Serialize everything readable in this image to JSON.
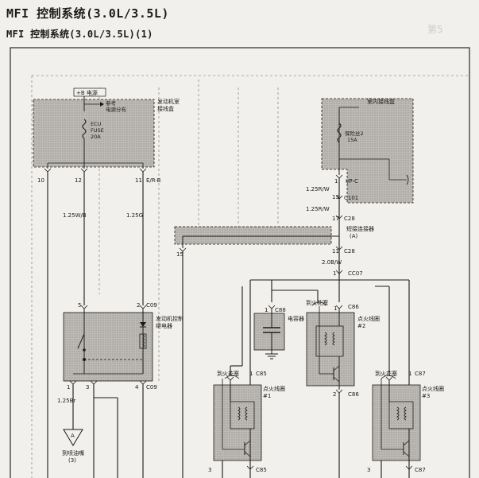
{
  "title": "MFI 控制系统(3.0L/3.5L)",
  "subtitle": "MFI 控制系统(3.0L/3.5L)(1)",
  "ghost_text": "第5",
  "engine_box": {
    "power_label": "+B 电源",
    "ref_label_1": "参考",
    "ref_label_2": "电源分布",
    "name_1": "发动机室",
    "name_2": "接线盒",
    "fuse_1": "ECU",
    "fuse_2": "FUSE",
    "fuse_3": "20A",
    "pin_left": "10",
    "pin_mid": "12",
    "pin_right": "11",
    "pin_right_conn": "E/R-B"
  },
  "interior_box": {
    "name": "室内接线盒",
    "fuse_1": "保险丝2",
    "fuse_2": "15A",
    "pin": "1",
    "conn": "I/P-C"
  },
  "wires": {
    "w_125rw_a": "1.25R/W",
    "w_125rw_b": "1.25R/W",
    "w_125wb": "1.25W/B",
    "w_125g": "1.25G",
    "w_125br": "1.25Br",
    "w_20bw": "2.0B/W"
  },
  "connectors": {
    "c101_pin": "13",
    "c101": "C101",
    "c28_top_pin": "17",
    "c28_top": "C28",
    "c28_bot_pin": "11",
    "c28_bot": "C28",
    "cc07_pin": "1",
    "cc07": "CC07",
    "c09_top_l": "5",
    "c09_top_r": "2",
    "c09_top": "C09",
    "c09_bot_l": "1",
    "c09_bot_m": "3",
    "c09_bot_r": "4",
    "c09_bot": "C09",
    "pin_15": "15"
  },
  "joint": {
    "name": "短接连接器",
    "sub": "(A)"
  },
  "relay": {
    "name_1": "发动机控制",
    "name_2": "继电器"
  },
  "ground_ref": {
    "letter": "A",
    "label_1": "到喷油嘴",
    "label_2": "(3)"
  },
  "capacitor": {
    "pin": "1",
    "conn": "C88",
    "name": "电容器"
  },
  "coil2": {
    "to_plug": "到火花塞",
    "pin_top": "1",
    "conn_top": "C86",
    "name_1": "点火线圈",
    "name_2": "#2",
    "pin_bot": "2",
    "conn_bot": "C86"
  },
  "coil1": {
    "to_plug": "到火花塞",
    "pin_top": "1",
    "conn_top": "C85",
    "name_1": "点火线圈",
    "name_2": "#1",
    "pin_bot": "3",
    "conn_bot": "C85"
  },
  "coil3": {
    "to_plug": "到火花塞",
    "pin_top": "1",
    "conn_top": "C87",
    "name_1": "点火线圈",
    "name_2": "#3",
    "pin_bot": "3",
    "conn_bot": "C87"
  },
  "colors": {
    "box_fill": "#b9b6b1",
    "line": "#1a1a1a",
    "frame": "#2a2a2a"
  }
}
